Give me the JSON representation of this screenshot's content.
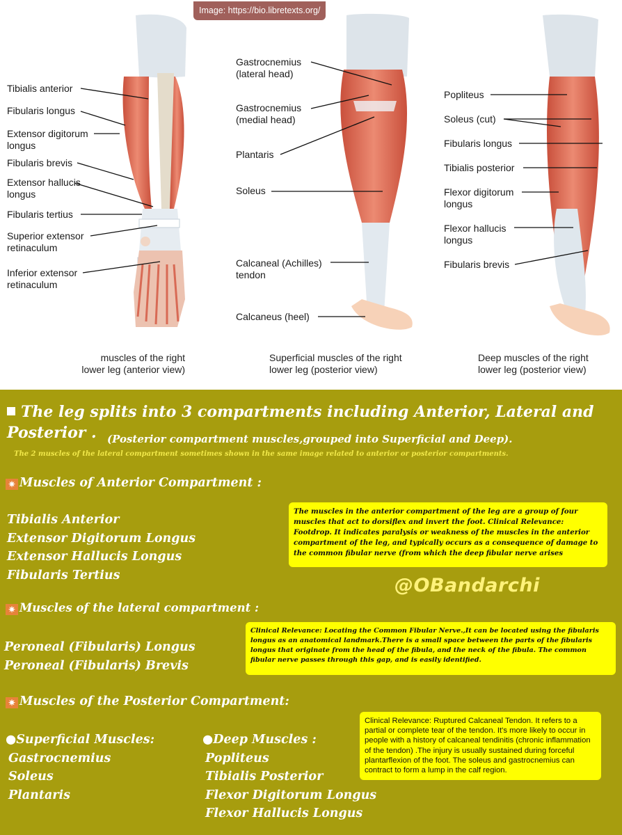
{
  "source_badge": "Image: https://bio.libretexts.org/",
  "figures": {
    "anterior": {
      "labels": [
        "Tibialis anterior",
        "Fibularis longus",
        "Extensor digitorum\nlongus",
        "Fibularis brevis",
        "Extensor hallucis\nlongus",
        "Fibularis tertius",
        "Superior extensor\nretinaculum",
        "Inferior extensor\nretinaculum"
      ],
      "caption": "muscles of the right\nlower leg (anterior view)"
    },
    "superficial": {
      "labels": [
        "Gastrocnemius\n(lateral head)",
        "Gastrocnemius\n(medial head)",
        "Plantaris",
        "Soleus",
        "Calcaneal (Achilles)\ntendon",
        "Calcaneus (heel)"
      ],
      "caption": "Superficial muscles of the right\nlower leg (posterior view)"
    },
    "deep": {
      "labels": [
        "Popliteus",
        "Soleus (cut)",
        "Fibularis longus",
        "Tibialis posterior",
        "Flexor digitorum\nlongus",
        "Flexor hallucis\nlongus",
        "Fibularis brevis"
      ],
      "caption": "Deep muscles of the right\nlower leg (posterior view)"
    }
  },
  "colors": {
    "panel_bg": "#a79d0e",
    "box_bg": "#ffff00",
    "muscle": "#e2705a",
    "tendon": "#d7e0e8",
    "note_text": "#f1e84a",
    "handle_text": "#fff27a"
  },
  "headline": "The leg splits into 3 compartments including Anterior, Lateral and Posterior .",
  "headline_sub": "(Posterior compartment muscles,grouped into Superficial and  Deep).",
  "note": "The 2 muscles of the  lateral compartment sometimes shown in the same image related to anterior or posterior compartments.",
  "anterior": {
    "heading": "Muscles of Anterior Compartment :",
    "muscles": [
      "Tibialis Anterior",
      "Extensor Digitorum Longus",
      "Extensor Hallucis Longus",
      "Fibularis Tertius"
    ],
    "box": "The muscles in the anterior compartment of the leg are a group of four muscles that act to dorsiflex and invert the foot. Clinical Relevance: Footdrop. It indicates paralysis or weakness of the muscles in the anterior compartment of the leg, and typically occurs as a consequence of damage to the common fibular nerve (from which the deep fibular nerve arises"
  },
  "handle": "@OBandarchi",
  "lateral": {
    "heading": "Muscles of the lateral compartment  :",
    "muscles": [
      "Peroneal (Fibularis) Longus",
      "Peroneal (Fibularis) Brevis"
    ],
    "box": "Clinical Relevance: Locating the Common Fibular Nerve.,It can be located using the fibularis longus as an anatomical landmark.There is a small space between the parts of the fibularis longus that originate from the head of the fibula, and the neck of the fibula. The common fibular nerve passes through this gap, and is easily identified."
  },
  "posterior": {
    "heading": "Muscles of the Posterior Compartment:",
    "superficial_heading": "Superficial Muscles:",
    "superficial": [
      "Gastrocnemius",
      "Soleus",
      "Plantaris"
    ],
    "deep_heading": "Deep Muscles :",
    "deep": [
      "Popliteus",
      "Tibialis Posterior",
      "Flexor Digitorum Longus",
      "Flexor Hallucis Longus"
    ],
    "box": "Clinical Relevance: Ruptured Calcaneal Tendon. It refers to a partial or complete tear of the tendon. It's more likely to occur in people with a history of calcaneal tendinitis (chronic inflammation of the tendon) .The injury is usually sustained during forceful plantarflexion of the foot. The soleus and gastrocnemius can contract to form a lump in the calf region."
  }
}
